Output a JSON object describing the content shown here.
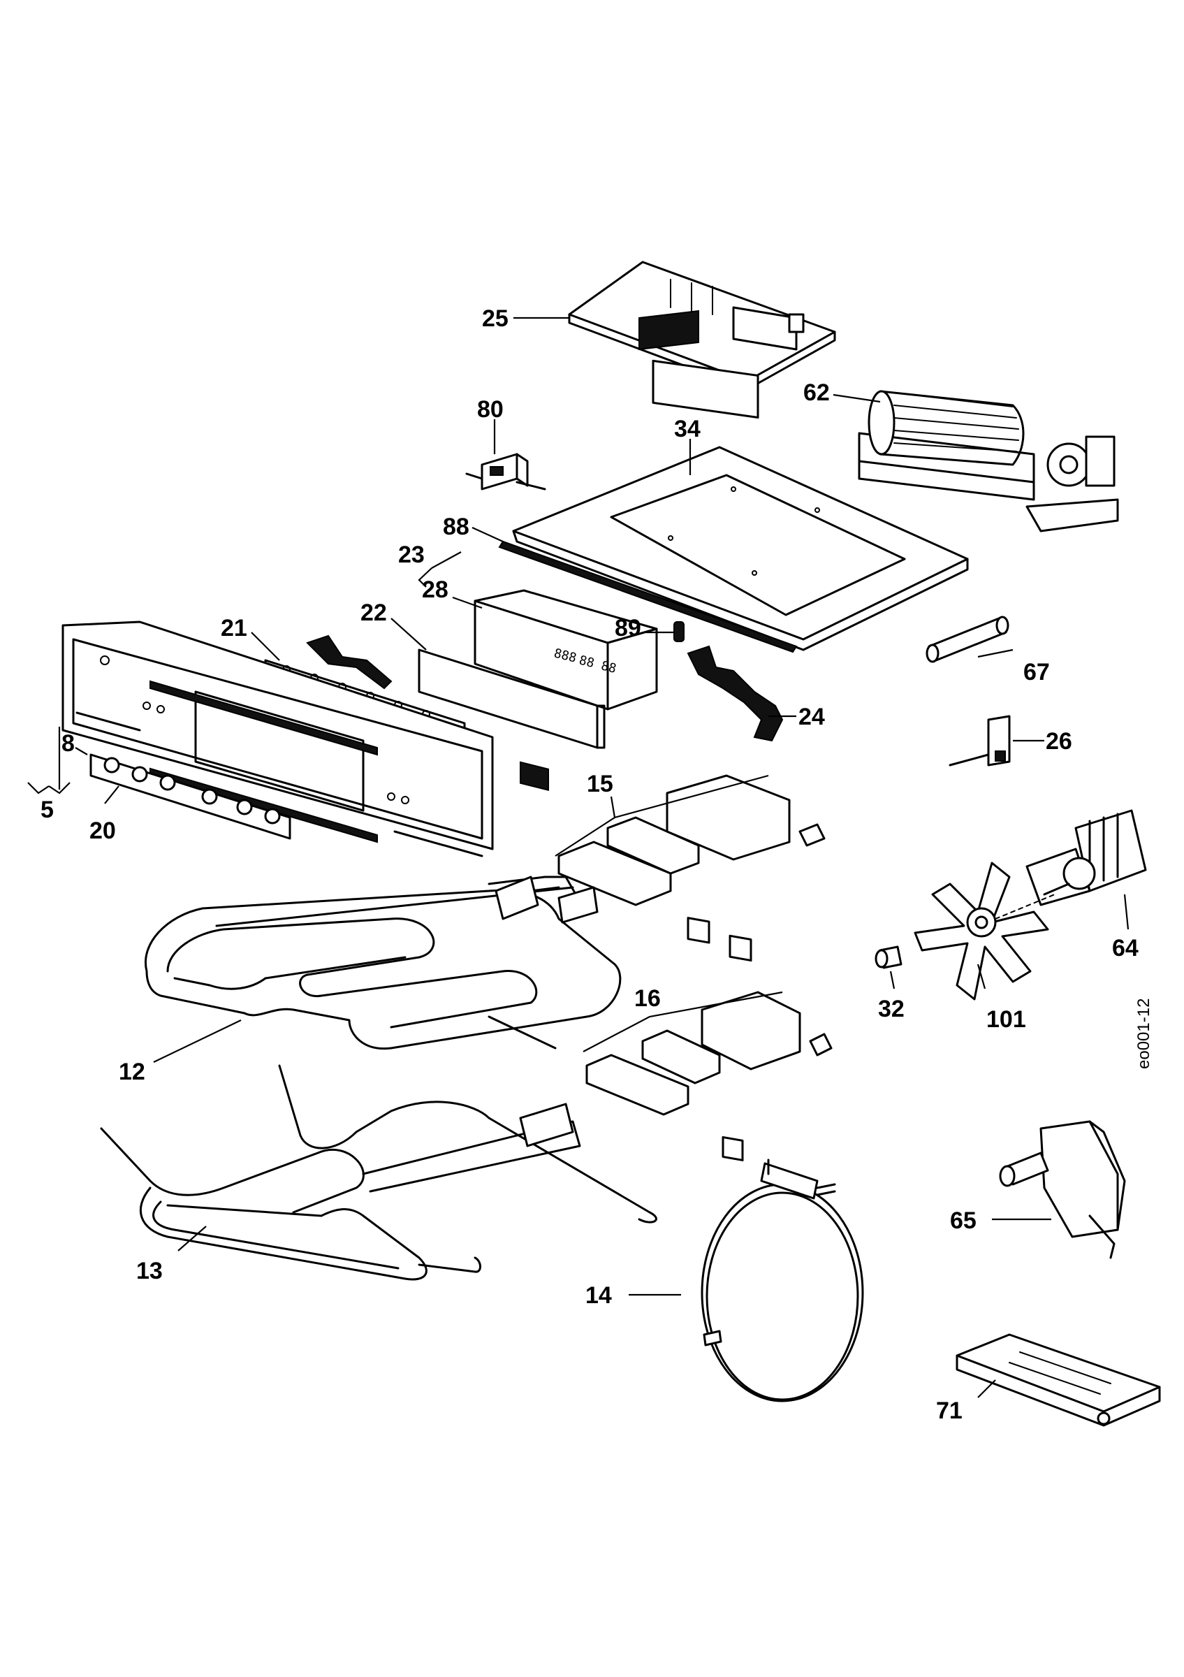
{
  "reference": "eo001-12",
  "callouts": [
    {
      "id": "25",
      "label": "25"
    },
    {
      "id": "62",
      "label": "62"
    },
    {
      "id": "80",
      "label": "80"
    },
    {
      "id": "34",
      "label": "34"
    },
    {
      "id": "88",
      "label": "88"
    },
    {
      "id": "23",
      "label": "23"
    },
    {
      "id": "28",
      "label": "28"
    },
    {
      "id": "21",
      "label": "21"
    },
    {
      "id": "22",
      "label": "22"
    },
    {
      "id": "89",
      "label": "89"
    },
    {
      "id": "67",
      "label": "67"
    },
    {
      "id": "24",
      "label": "24"
    },
    {
      "id": "26",
      "label": "26"
    },
    {
      "id": "8",
      "label": "8"
    },
    {
      "id": "5",
      "label": "5"
    },
    {
      "id": "20",
      "label": "20"
    },
    {
      "id": "15",
      "label": "15"
    },
    {
      "id": "64",
      "label": "64"
    },
    {
      "id": "32",
      "label": "32"
    },
    {
      "id": "101",
      "label": "101"
    },
    {
      "id": "12",
      "label": "12"
    },
    {
      "id": "16",
      "label": "16"
    },
    {
      "id": "13",
      "label": "13"
    },
    {
      "id": "65",
      "label": "65"
    },
    {
      "id": "14",
      "label": "14"
    },
    {
      "id": "71",
      "label": "71"
    }
  ]
}
